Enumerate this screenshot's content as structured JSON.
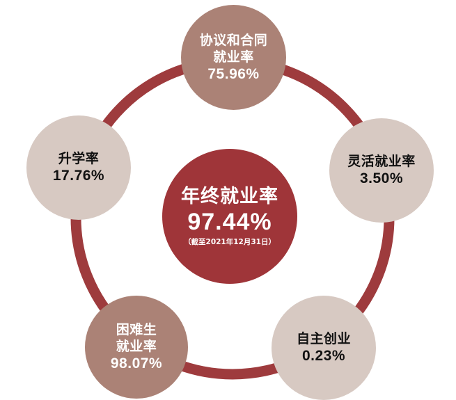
{
  "colors": {
    "ring": "#9e3b3d",
    "center_fill": "#9f3539",
    "dark_node_fill": "#ab8276",
    "light_node_fill": "#d7c9c2",
    "dark_node_text": "#ffffff",
    "light_node_text": "#111111",
    "background": "#ffffff"
  },
  "center": {
    "title": "年终就业率",
    "value": "97.44%",
    "note": "（截至2021年12月31日）"
  },
  "nodes": [
    {
      "id": "agreement",
      "label_line1": "协议和合同",
      "label_line2": "就业率",
      "value": "75.96%",
      "style": "dark"
    },
    {
      "id": "flexible",
      "label_line1": "灵活就业率",
      "label_line2": "",
      "value": "3.50%",
      "style": "light"
    },
    {
      "id": "self-employed",
      "label_line1": "自主创业",
      "label_line2": "",
      "value": "0.23%",
      "style": "light"
    },
    {
      "id": "hardship",
      "label_line1": "困难生",
      "label_line2": "就业率",
      "value": "98.07%",
      "style": "dark"
    },
    {
      "id": "further-study",
      "label_line1": "升学率",
      "label_line2": "",
      "value": "17.76%",
      "style": "light"
    }
  ],
  "chart_data": {
    "type": "diagram",
    "title": "年终就业率",
    "subtitle": "（截至2021年12月31日）",
    "center_value": 97.44,
    "categories": [
      "协议和合同就业率",
      "灵活就业率",
      "自主创业",
      "困难生就业率",
      "升学率"
    ],
    "values": [
      75.96,
      3.5,
      0.23,
      98.07,
      17.76
    ],
    "unit": "%"
  }
}
